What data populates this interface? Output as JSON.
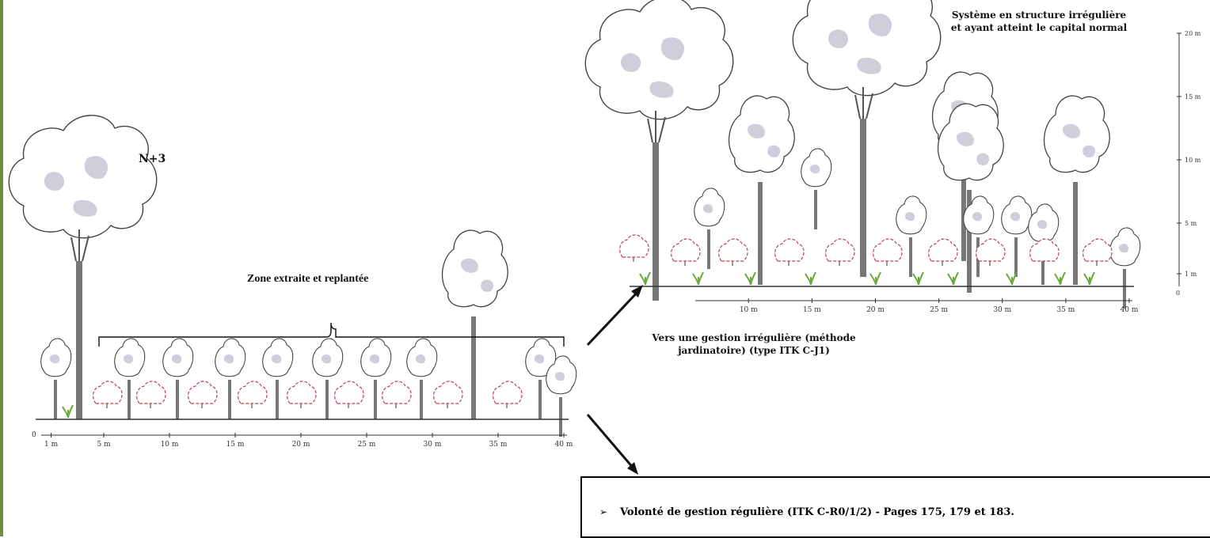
{
  "left_panel": {
    "title": "N+3",
    "zone_label": "Zone extraite et replantée",
    "axis_zero": "0",
    "axis_ticks": [
      "1 m",
      "5 m",
      "10 m",
      "15 m",
      "20 m",
      "25 m",
      "30 m",
      "35 m",
      "40 m"
    ]
  },
  "right_panel": {
    "system_label": "Système en structure irrégulière et ayant atteint le capital normal",
    "axis_zero": "0",
    "axis_ticks": [
      "10 m",
      "15 m",
      "20 m",
      "25 m",
      "30 m",
      "35 m",
      "40 m"
    ],
    "height_ticks": [
      "20 m",
      "15 m",
      "10 m",
      "5 m",
      "1 m"
    ]
  },
  "arrow_up_label": "Vers une gestion irrégulière (méthode jardinatoire) (type ITK C-J1)",
  "callout": {
    "bullet": "➢",
    "text": "Volonté de gestion régulière (ITK C-R0/1/2) - Pages 175, 179 et 183."
  },
  "colors": {
    "accent_bar": "#6f8f3e",
    "canopy": "#c9c8d6",
    "young_tree": "#c04050",
    "seedling": "#6aaa3a",
    "trunk": "#555555"
  }
}
